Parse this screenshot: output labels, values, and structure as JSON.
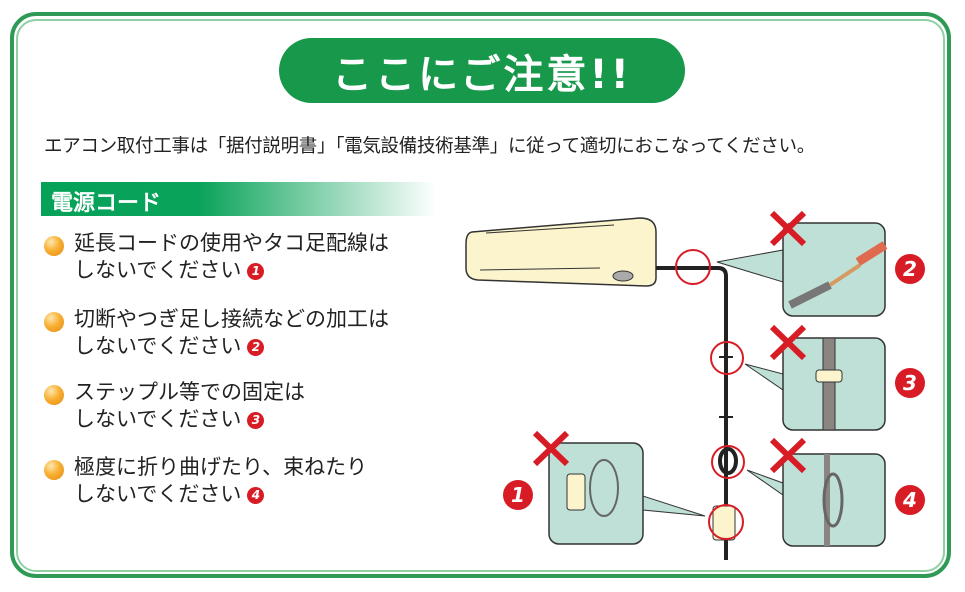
{
  "title": "ここにご注意!!",
  "intro": "エアコン取付工事は「据付説明書」「電気設備技術基準」に従って適切におこなってください。",
  "section": "電源コード",
  "items": [
    {
      "line1": "延長コードの使用やタコ足配線は",
      "line2": "しないでください",
      "num": "1"
    },
    {
      "line1": "切断やつぎ足し接続などの加工は",
      "line2": "しないでください",
      "num": "2"
    },
    {
      "line1": "ステップル等での固定は",
      "line2": "しないでください",
      "num": "3"
    },
    {
      "line1": "極度に折り曲げたり、束ねたり",
      "line2": "しないでください",
      "num": "4"
    }
  ],
  "diagram_numbers": [
    "1",
    "2",
    "3",
    "4"
  ],
  "colors": {
    "green": "#17984a",
    "red": "#d81c26",
    "panel": "#bfe0d6",
    "unit": "#fbf4cc"
  }
}
